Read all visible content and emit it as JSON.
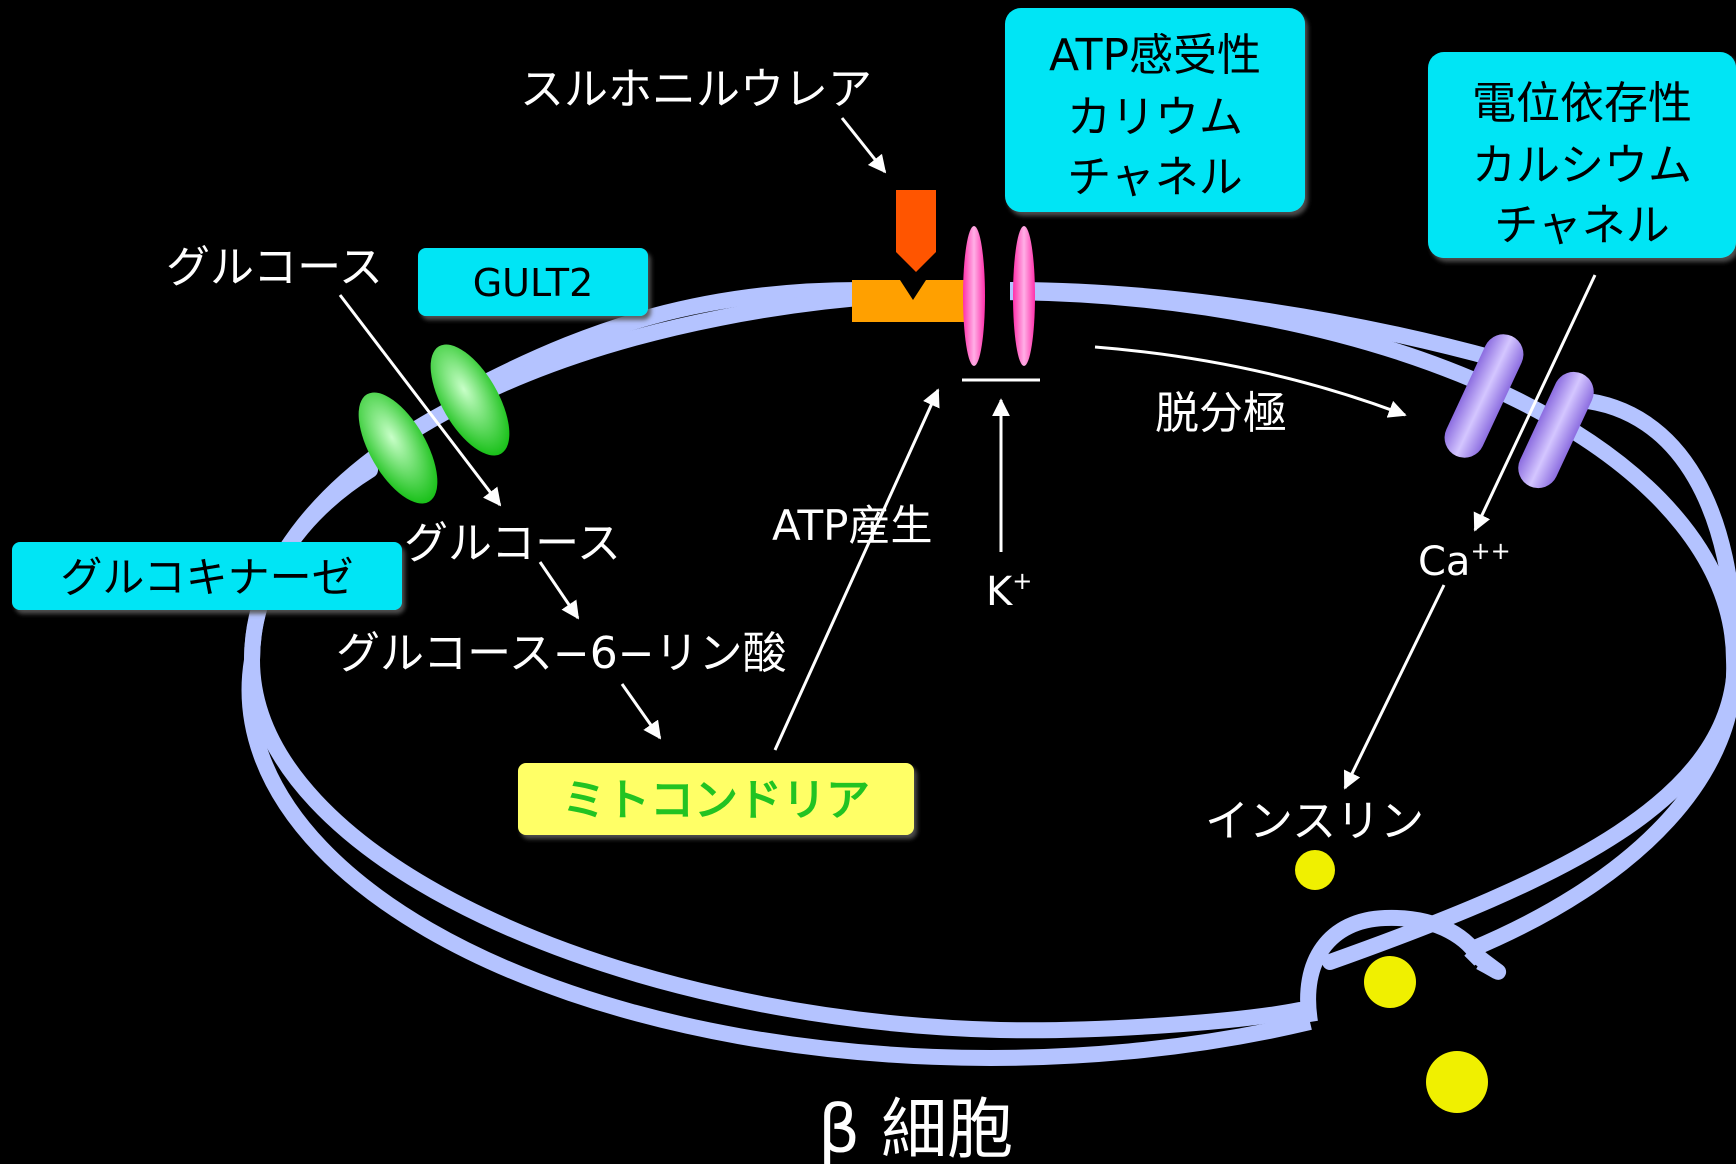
{
  "labels": {
    "sulfonylurea": "スルホニルウレア",
    "glucose_outside": "グルコース",
    "glucose_inside": "グルコース",
    "glucose_6_phosphate": "グルコース−6−リン酸",
    "atp_production": "ATP産生",
    "k_ion": "K",
    "k_sup": "+",
    "depolarization": "脱分極",
    "ca_ion": "Ca",
    "ca_sup": "++",
    "insulin": "インスリン",
    "cell_title": "β 細胞"
  },
  "boxes": {
    "gult2": "GULT2",
    "glucokinase": "グルコキナーゼ",
    "mitochondria": "ミトコンドリア",
    "katp_line1": "ATP感受性",
    "katp_line2": "カリウム",
    "katp_line3": "チャネル",
    "vdcc_line1": "電位依存性",
    "vdcc_line2": "カルシウム",
    "vdcc_line3": "チャネル"
  },
  "colors": {
    "background": "#000000",
    "membrane": "#b4c3ff",
    "callout_box": "#00e5f5",
    "mitochondria_box": "#ffff66",
    "mitochondria_text": "#22c322",
    "glut_channel": "#22cc33",
    "k_channel": "#ff55c8",
    "ca_channel": "#a98cf0",
    "sulfonylurea_receptor": "#ffa000",
    "sulfonylurea_drug": "#ff5500",
    "insulin_granule": "#f0f000"
  }
}
